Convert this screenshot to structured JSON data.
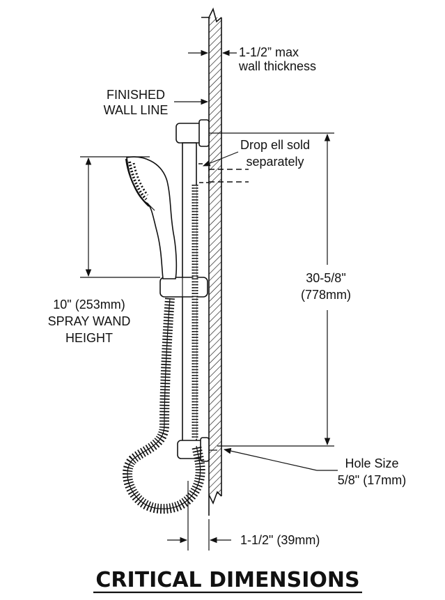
{
  "labels": {
    "wall_thickness_1": "1-1/2” max",
    "wall_thickness_2": "wall thickness",
    "finished_wall_1": "FINISHED",
    "finished_wall_2": "WALL LINE",
    "drop_ell_1": "Drop ell sold",
    "drop_ell_2": "separately",
    "bar_length_1": "30-5/8\"",
    "bar_length_2": "(778mm)",
    "wand_height_1": "10\" (253mm)",
    "wand_height_2": "SPRAY WAND",
    "wand_height_3": "HEIGHT",
    "hole_size_1": "Hole Size",
    "hole_size_2": "5/8\" (17mm)",
    "offset": "1-1/2\" (39mm)"
  },
  "title": "CRITICAL DIMENSIONS",
  "colors": {
    "ink": "#111111",
    "background": "#ffffff"
  }
}
